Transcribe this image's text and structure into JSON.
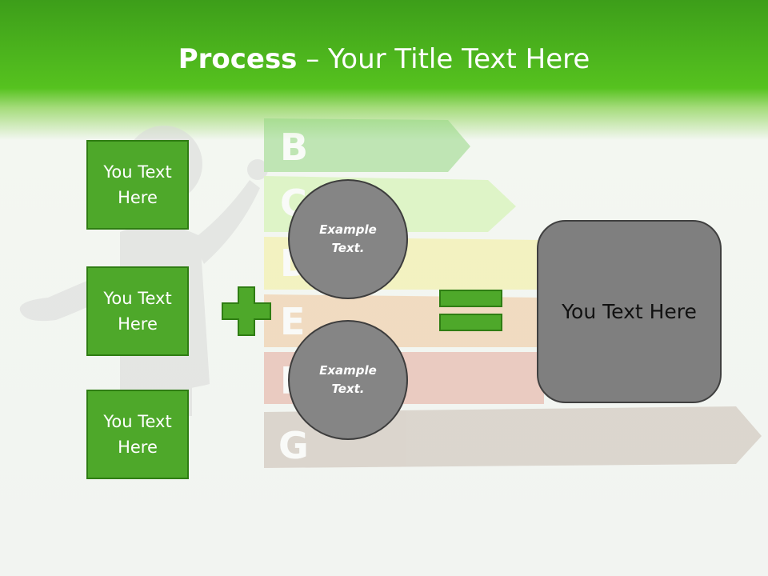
{
  "title": {
    "bold": "Process",
    "rest": " – Your Title Text Here"
  },
  "rating_letters": [
    "B",
    "C",
    "D",
    "E",
    "F",
    "G"
  ],
  "left_boxes": [
    {
      "label": "You Text Here"
    },
    {
      "label": "You Text Here"
    },
    {
      "label": "You Text Here"
    }
  ],
  "circles": [
    {
      "label": "Example Text."
    },
    {
      "label": "Example Text."
    }
  ],
  "result": {
    "label": "You Text Here"
  },
  "colors": {
    "accent_green": "#4ea82a",
    "circle_gray": "#858585",
    "result_gray": "#7f7f7f"
  }
}
